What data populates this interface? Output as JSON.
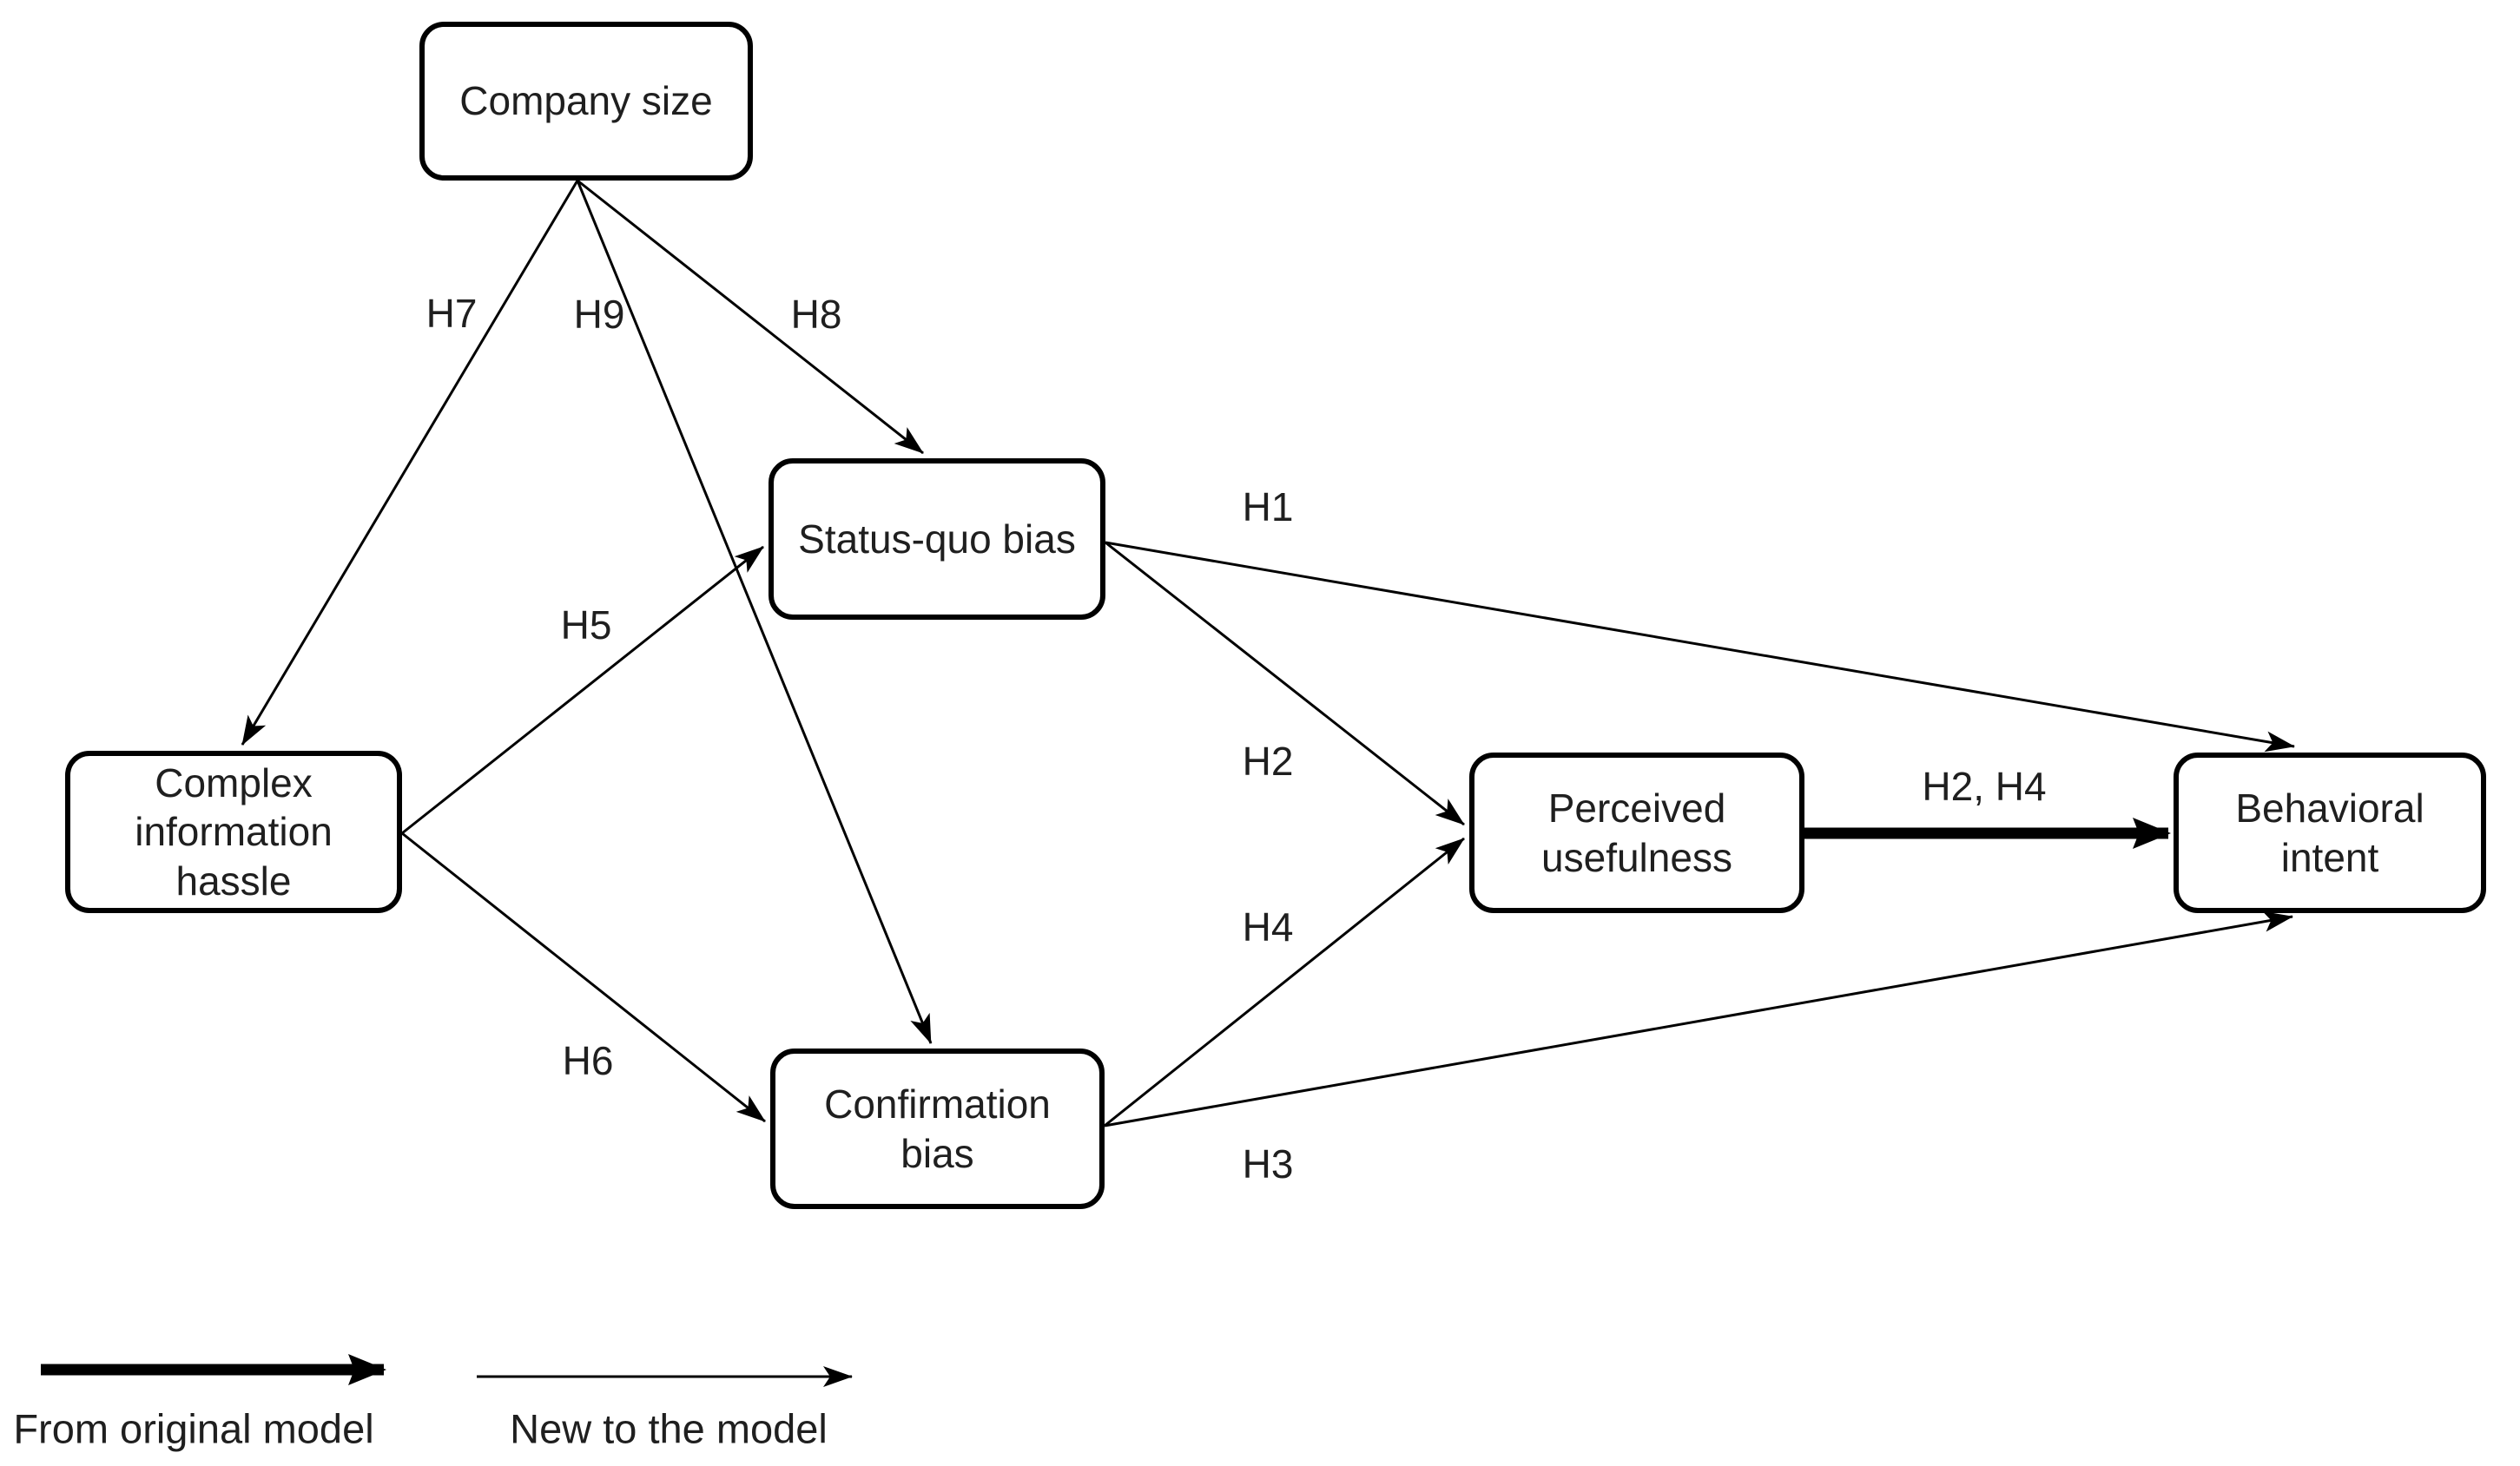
{
  "figure": {
    "type": "hypothesis-path-diagram",
    "colors": {
      "background": "#ffffff",
      "line": "#000000",
      "text": "#1f1f1f"
    },
    "nodes": {
      "company_size": {
        "label": "Company size"
      },
      "status_quo_bias": {
        "label": "Status-quo bias"
      },
      "complex_information_hassle": {
        "label": "Complex information hassle"
      },
      "confirmation_bias": {
        "label": "Confirmation bias"
      },
      "perceived_usefulness": {
        "label": "Perceived usefulness"
      },
      "behavioral_intent": {
        "label": "Behavioral intent"
      }
    },
    "path_labels": {
      "h1": "H1",
      "h2": "H2",
      "h3": "H3",
      "h4": "H4",
      "h5": "H5",
      "h6": "H6",
      "h7": "H7",
      "h8": "H8",
      "h9": "H9",
      "h2h4": "H2, H4"
    },
    "edges": [
      {
        "label": "H7",
        "from": "company_size",
        "to": "complex_information_hassle",
        "style": "new"
      },
      {
        "label": "H9",
        "from": "company_size",
        "to": "confirmation_bias",
        "style": "new"
      },
      {
        "label": "H8",
        "from": "company_size",
        "to": "status_quo_bias",
        "style": "new"
      },
      {
        "label": "H5",
        "from": "complex_information_hassle",
        "to": "status_quo_bias",
        "style": "new"
      },
      {
        "label": "H6",
        "from": "complex_information_hassle",
        "to": "confirmation_bias",
        "style": "new"
      },
      {
        "label": "H1",
        "from": "status_quo_bias",
        "to": "behavioral_intent",
        "style": "new"
      },
      {
        "label": "H2",
        "from": "status_quo_bias",
        "to": "perceived_usefulness",
        "style": "new"
      },
      {
        "label": "H4",
        "from": "confirmation_bias",
        "to": "perceived_usefulness",
        "style": "new"
      },
      {
        "label": "H3",
        "from": "confirmation_bias",
        "to": "behavioral_intent",
        "style": "new"
      },
      {
        "label": "H2, H4",
        "from": "perceived_usefulness",
        "to": "behavioral_intent",
        "style": "original"
      }
    ],
    "legend": {
      "original_label": "From original model",
      "new_label": "New to the model"
    }
  }
}
